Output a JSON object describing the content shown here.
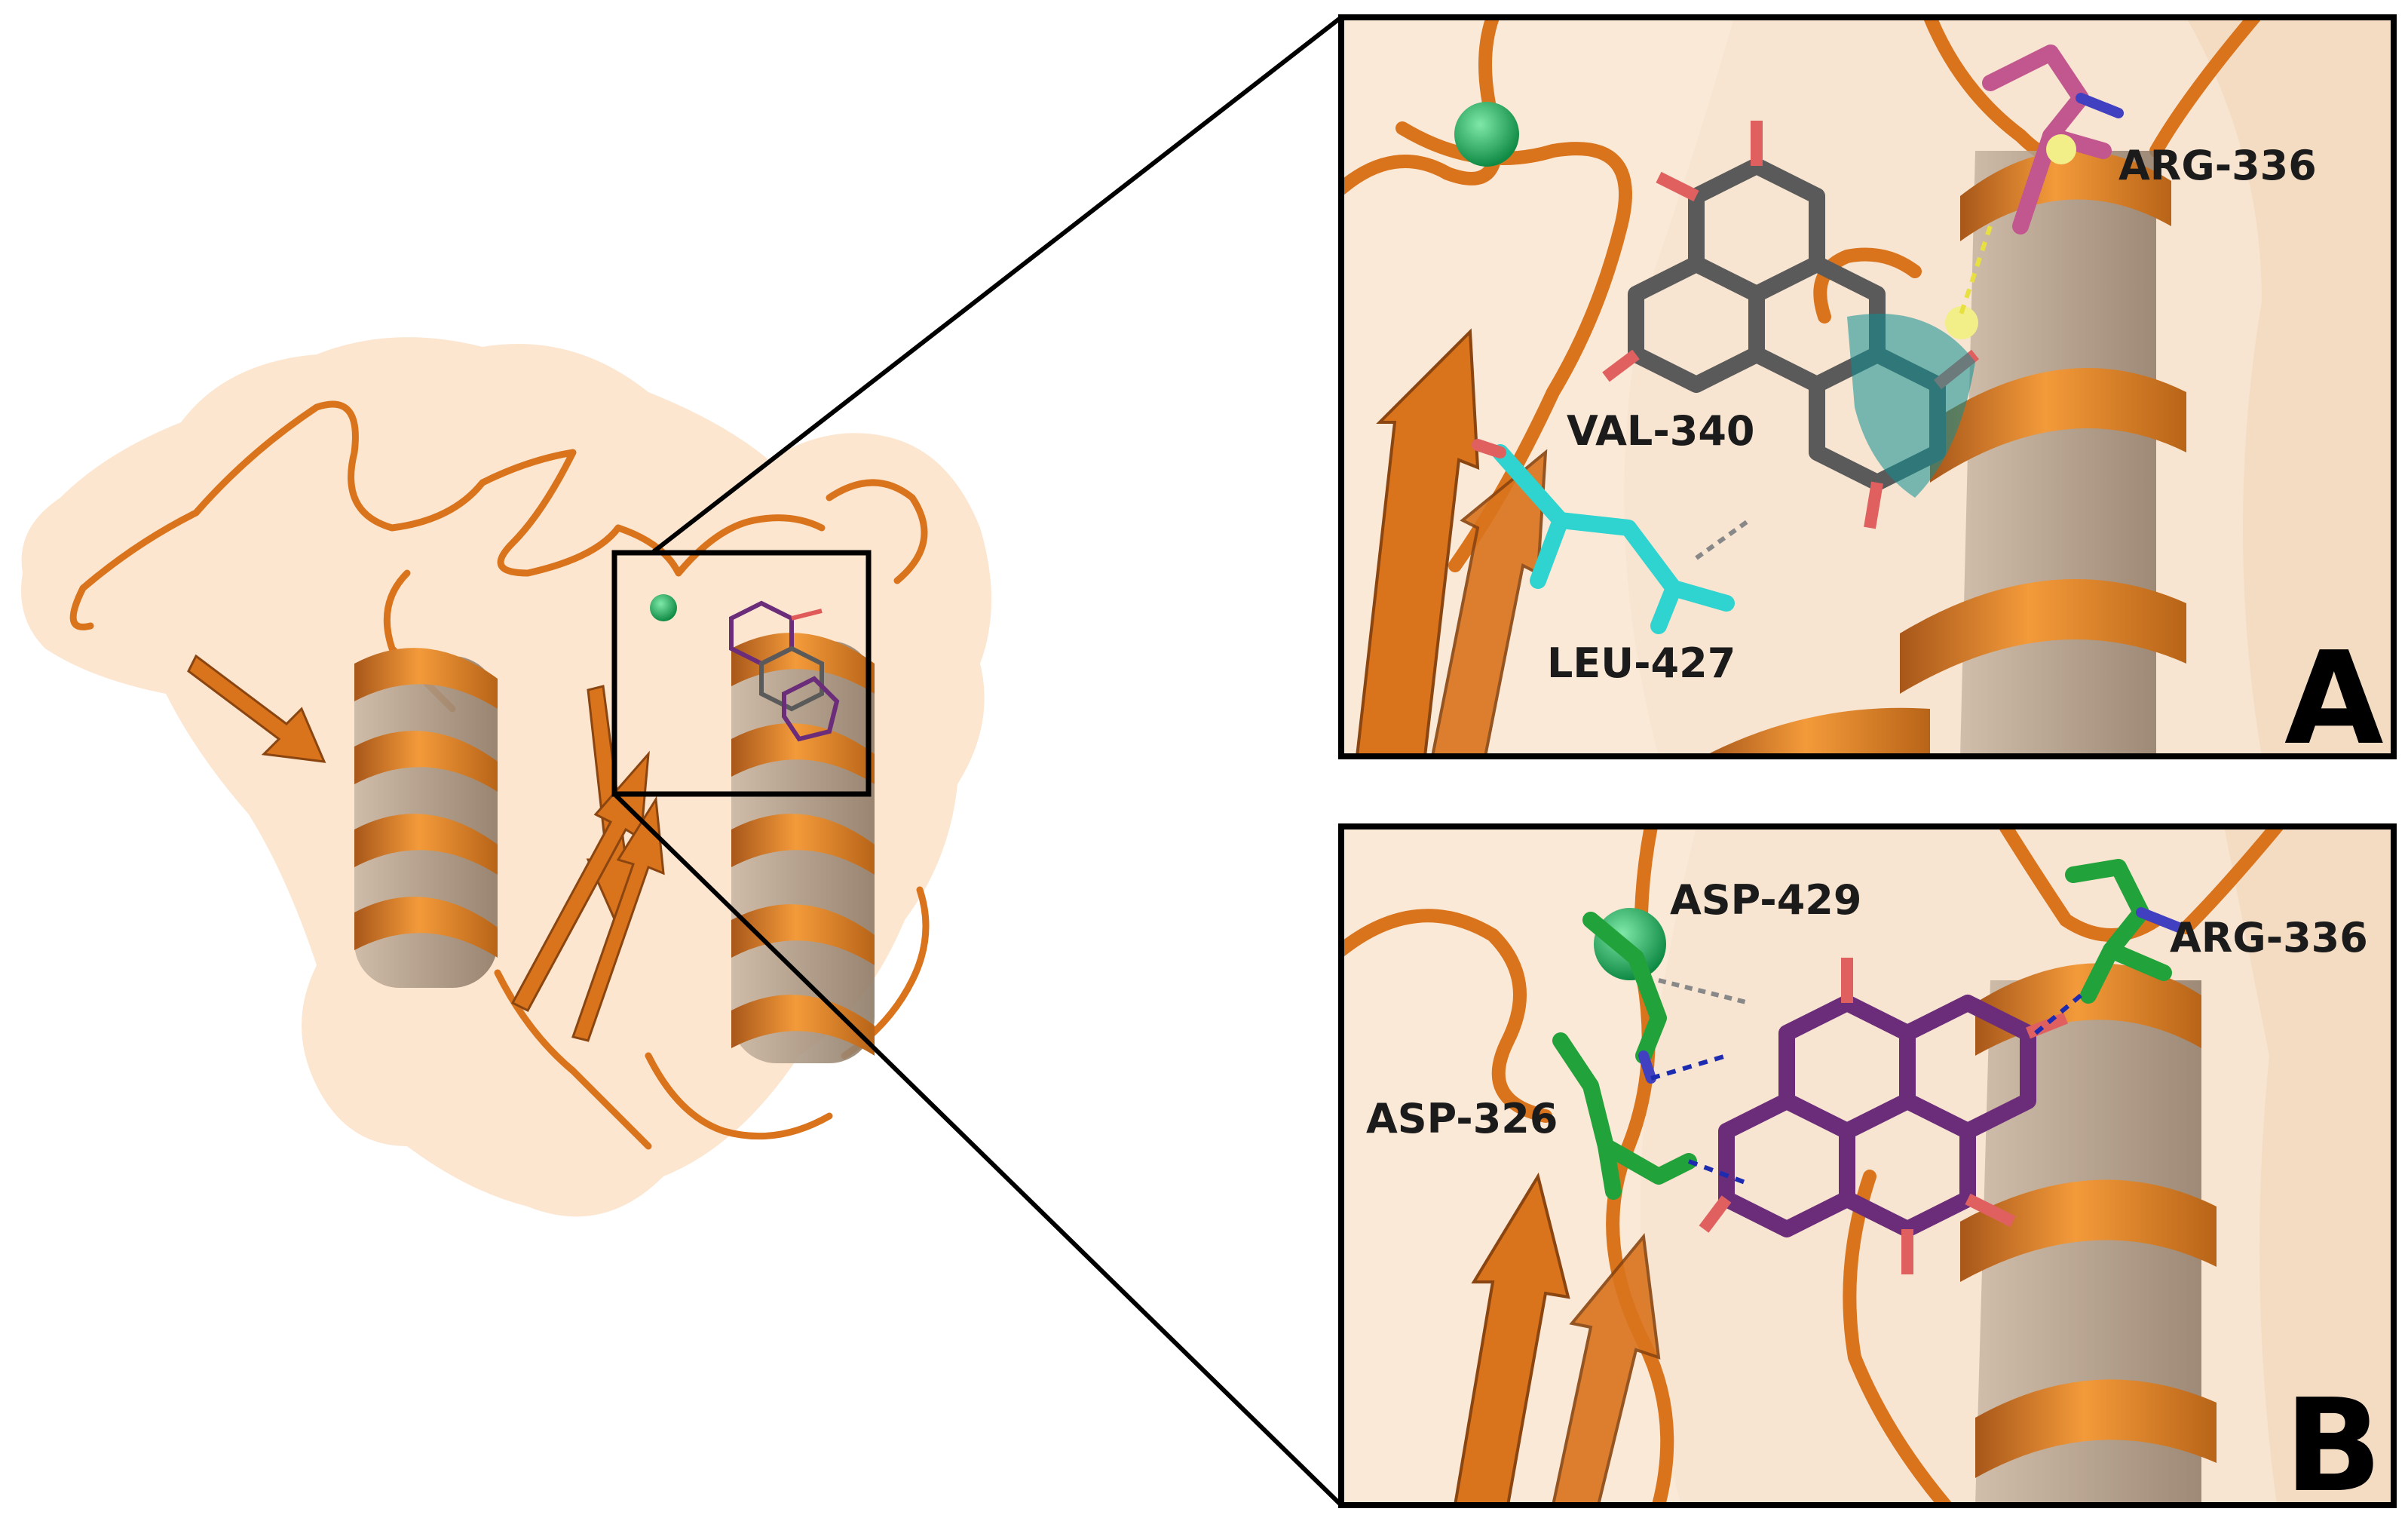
{
  "panels": [
    {
      "letter": "A",
      "residues": [
        "ARG-336",
        "VAL-340",
        "LEU-427"
      ]
    },
    {
      "letter": "B",
      "residues": [
        "ASP-429",
        "ARG-336",
        "ASP-326"
      ]
    }
  ],
  "colors": {
    "background": "#ffffff",
    "surface": "#fbe2c8",
    "cartoon": "#d9731c",
    "cartoon_shadow": "#8a4510",
    "ion": "#1fae5b",
    "ligand_a": "#5a5a5a",
    "ligand_b": "#6b2d7a",
    "residue_a": "#2fd3d0",
    "residue_b": "#22a23a",
    "arg_a": "#c2578f",
    "border": "#000000"
  }
}
